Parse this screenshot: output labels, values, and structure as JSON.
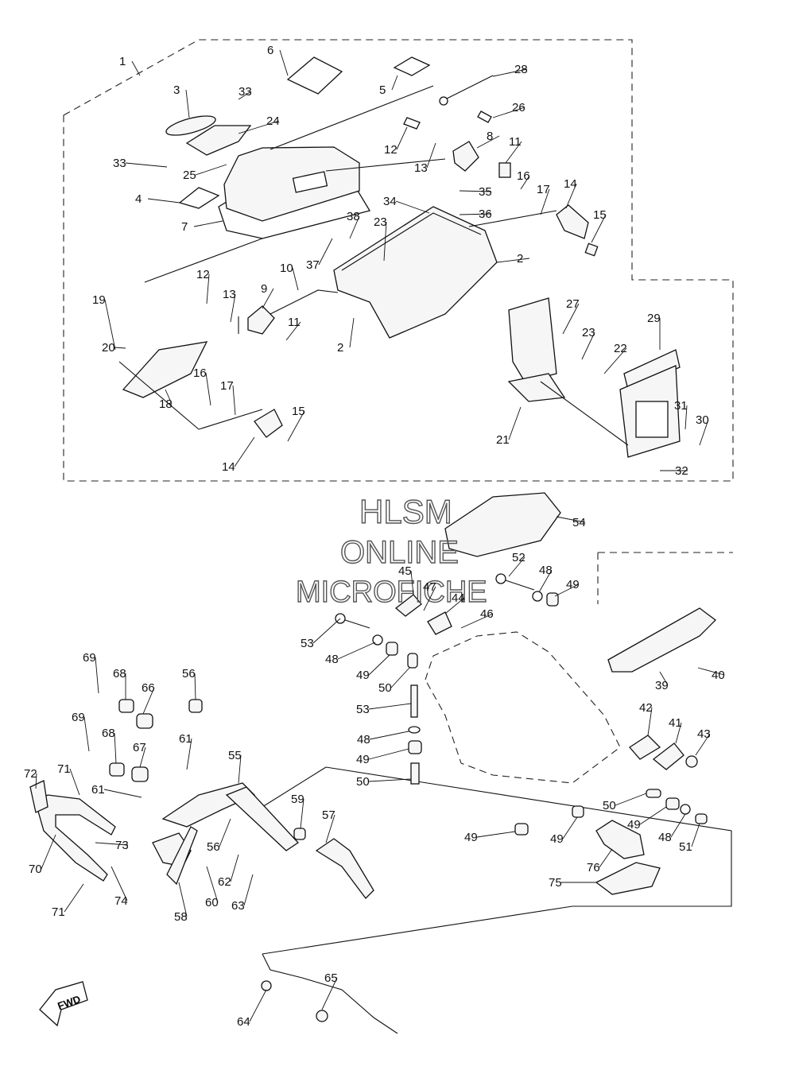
{
  "watermark": {
    "line1": "HLSM",
    "line2": "ONLINE",
    "line3": "MICROFICHE"
  },
  "fwd_label": "FWD",
  "callouts": [
    {
      "id": "c1",
      "text": "1"
    },
    {
      "id": "c2a",
      "text": "2"
    },
    {
      "id": "c2b",
      "text": "2"
    },
    {
      "id": "c3",
      "text": "3"
    },
    {
      "id": "c4",
      "text": "4"
    },
    {
      "id": "c5",
      "text": "5"
    },
    {
      "id": "c6",
      "text": "6"
    },
    {
      "id": "c7",
      "text": "7"
    },
    {
      "id": "c8",
      "text": "8"
    },
    {
      "id": "c9",
      "text": "9"
    },
    {
      "id": "c10",
      "text": "10"
    },
    {
      "id": "c11a",
      "text": "11"
    },
    {
      "id": "c11b",
      "text": "11"
    },
    {
      "id": "c12a",
      "text": "12"
    },
    {
      "id": "c12b",
      "text": "12"
    },
    {
      "id": "c13a",
      "text": "13"
    },
    {
      "id": "c13b",
      "text": "13"
    },
    {
      "id": "c14a",
      "text": "14"
    },
    {
      "id": "c14b",
      "text": "14"
    },
    {
      "id": "c15a",
      "text": "15"
    },
    {
      "id": "c15b",
      "text": "15"
    },
    {
      "id": "c16a",
      "text": "16"
    },
    {
      "id": "c16b",
      "text": "16"
    },
    {
      "id": "c17a",
      "text": "17"
    },
    {
      "id": "c17b",
      "text": "17"
    },
    {
      "id": "c18",
      "text": "18"
    },
    {
      "id": "c19",
      "text": "19"
    },
    {
      "id": "c20",
      "text": "20"
    },
    {
      "id": "c21",
      "text": "21"
    },
    {
      "id": "c22",
      "text": "22"
    },
    {
      "id": "c23a",
      "text": "23"
    },
    {
      "id": "c23b",
      "text": "23"
    },
    {
      "id": "c24",
      "text": "24"
    },
    {
      "id": "c25",
      "text": "25"
    },
    {
      "id": "c26",
      "text": "26"
    },
    {
      "id": "c27",
      "text": "27"
    },
    {
      "id": "c28",
      "text": "28"
    },
    {
      "id": "c29",
      "text": "29"
    },
    {
      "id": "c30",
      "text": "30"
    },
    {
      "id": "c31",
      "text": "31"
    },
    {
      "id": "c32",
      "text": "32"
    },
    {
      "id": "c33a",
      "text": "33"
    },
    {
      "id": "c33b",
      "text": "33"
    },
    {
      "id": "c34",
      "text": "34"
    },
    {
      "id": "c35",
      "text": "35"
    },
    {
      "id": "c36",
      "text": "36"
    },
    {
      "id": "c37",
      "text": "37"
    },
    {
      "id": "c38",
      "text": "38"
    },
    {
      "id": "c39",
      "text": "39"
    },
    {
      "id": "c40",
      "text": "40"
    },
    {
      "id": "c41",
      "text": "41"
    },
    {
      "id": "c42",
      "text": "42"
    },
    {
      "id": "c43",
      "text": "43"
    },
    {
      "id": "c44",
      "text": "44"
    },
    {
      "id": "c45",
      "text": "45"
    },
    {
      "id": "c46",
      "text": "46"
    },
    {
      "id": "c47",
      "text": "47"
    },
    {
      "id": "c48a",
      "text": "48"
    },
    {
      "id": "c48b",
      "text": "48"
    },
    {
      "id": "c48c",
      "text": "48"
    },
    {
      "id": "c48d",
      "text": "48"
    },
    {
      "id": "c49a",
      "text": "49"
    },
    {
      "id": "c49b",
      "text": "49"
    },
    {
      "id": "c49c",
      "text": "49"
    },
    {
      "id": "c49d",
      "text": "49"
    },
    {
      "id": "c49e",
      "text": "49"
    },
    {
      "id": "c49f",
      "text": "49"
    },
    {
      "id": "c50a",
      "text": "50"
    },
    {
      "id": "c50b",
      "text": "50"
    },
    {
      "id": "c50c",
      "text": "50"
    },
    {
      "id": "c51",
      "text": "51"
    },
    {
      "id": "c52",
      "text": "52"
    },
    {
      "id": "c53a",
      "text": "53"
    },
    {
      "id": "c53b",
      "text": "53"
    },
    {
      "id": "c54",
      "text": "54"
    },
    {
      "id": "c55",
      "text": "55"
    },
    {
      "id": "c56a",
      "text": "56"
    },
    {
      "id": "c56b",
      "text": "56"
    },
    {
      "id": "c57",
      "text": "57"
    },
    {
      "id": "c58",
      "text": "58"
    },
    {
      "id": "c59",
      "text": "59"
    },
    {
      "id": "c60",
      "text": "60"
    },
    {
      "id": "c61a",
      "text": "61"
    },
    {
      "id": "c61b",
      "text": "61"
    },
    {
      "id": "c62",
      "text": "62"
    },
    {
      "id": "c63",
      "text": "63"
    },
    {
      "id": "c64",
      "text": "64"
    },
    {
      "id": "c65",
      "text": "65"
    },
    {
      "id": "c66",
      "text": "66"
    },
    {
      "id": "c67",
      "text": "67"
    },
    {
      "id": "c68a",
      "text": "68"
    },
    {
      "id": "c68b",
      "text": "68"
    },
    {
      "id": "c69a",
      "text": "69"
    },
    {
      "id": "c69b",
      "text": "69"
    },
    {
      "id": "c70",
      "text": "70"
    },
    {
      "id": "c71a",
      "text": "71"
    },
    {
      "id": "c71b",
      "text": "71"
    },
    {
      "id": "c72",
      "text": "72"
    },
    {
      "id": "c73",
      "text": "73"
    },
    {
      "id": "c74",
      "text": "74"
    },
    {
      "id": "c75",
      "text": "75"
    },
    {
      "id": "c76",
      "text": "76"
    }
  ]
}
